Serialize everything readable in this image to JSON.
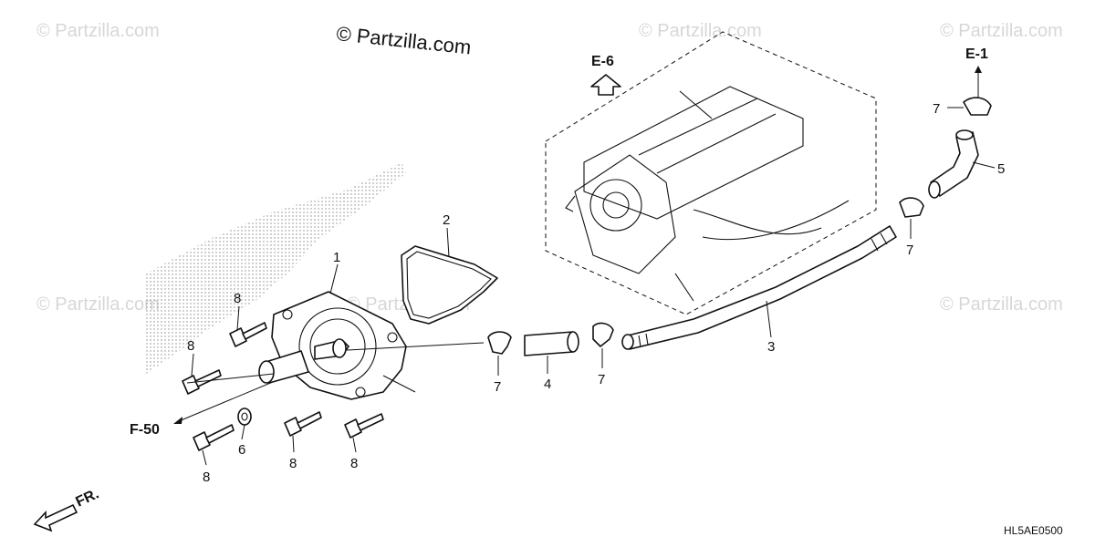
{
  "copyright": "© Partzilla.com",
  "watermark": "© Partzilla.com",
  "diagram_code": "HL5AE0500",
  "front_label": "FR.",
  "references": {
    "e6": "E-6",
    "e1": "E-1",
    "f50": "F-50"
  },
  "callouts": {
    "water_pump": "1",
    "gasket": "2",
    "long_hose": "3",
    "short_hose": "4",
    "elbow_hose": "5",
    "washer": "6",
    "clamp": "7",
    "bolt": "8"
  },
  "colors": {
    "line": "#111111",
    "watermark": "#d7d7d7",
    "background": "#ffffff"
  }
}
